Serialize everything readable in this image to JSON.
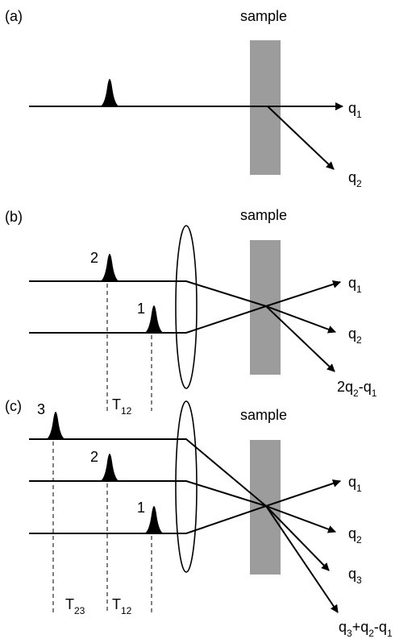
{
  "colors": {
    "sample_fill": "#9c9c9c",
    "line": "#000000",
    "background": "#ffffff"
  },
  "panels": [
    {
      "label": "(a)",
      "sample_label": "sample",
      "pulses": [],
      "outputs": [
        {
          "base": "q",
          "sub": "1"
        },
        {
          "base": "q",
          "sub": "2"
        }
      ],
      "delays": []
    },
    {
      "label": "(b)",
      "sample_label": "sample",
      "pulses": [
        "2",
        "1"
      ],
      "outputs": [
        {
          "base": "q",
          "sub": "1"
        },
        {
          "base": "q",
          "sub": "2"
        },
        {
          "parts": [
            [
              "2q",
              ""
            ],
            [
              "",
              "2"
            ],
            [
              "-q",
              ""
            ],
            [
              "",
              "1"
            ]
          ]
        }
      ],
      "delays": [
        {
          "base": "T",
          "sub": "12"
        }
      ]
    },
    {
      "label": "(c)",
      "sample_label": "sample",
      "pulses": [
        "3",
        "2",
        "1"
      ],
      "outputs": [
        {
          "base": "q",
          "sub": "1"
        },
        {
          "base": "q",
          "sub": "2"
        },
        {
          "base": "q",
          "sub": "3"
        },
        {
          "parts": [
            [
              "q",
              ""
            ],
            [
              "",
              "3"
            ],
            [
              "+q",
              ""
            ],
            [
              "",
              "2"
            ],
            [
              "-q",
              ""
            ],
            [
              "",
              "1"
            ]
          ]
        }
      ],
      "delays": [
        {
          "base": "T",
          "sub": "23"
        },
        {
          "base": "T",
          "sub": "12"
        }
      ]
    }
  ]
}
